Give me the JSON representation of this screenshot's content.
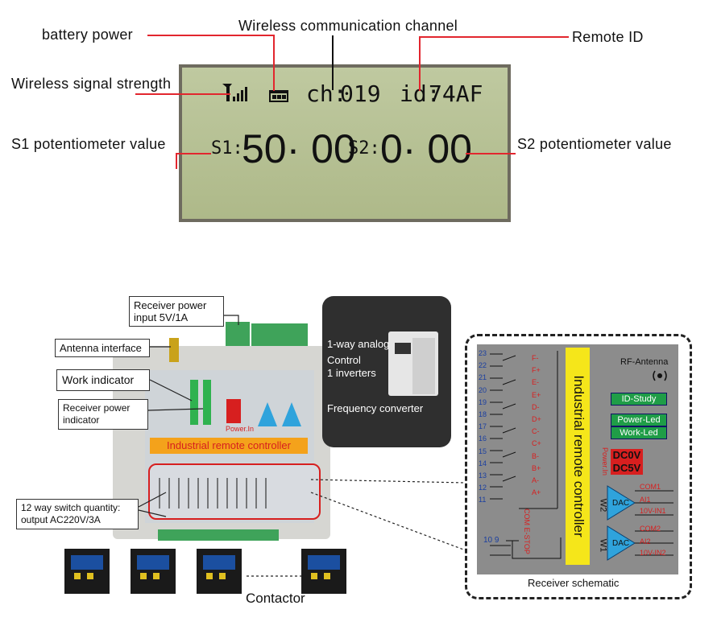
{
  "lcd": {
    "signal_icon": "signal-bars-icon",
    "battery_icon": "battery-icon",
    "channel_label": "ch:",
    "channel_value": "019",
    "id_label": "id:",
    "id_value": "74AF",
    "s1_label": "S1:",
    "s1_value": "50· 00",
    "s2_label": "S2:",
    "s2_value": "0· 00"
  },
  "callouts": {
    "battery": "battery power",
    "channel": "Wireless communication channel",
    "remote_id": "Remote ID",
    "signal": "Wireless signal strength",
    "s1": "S1 potentiometer value",
    "s2": "S2 potentiometer value"
  },
  "device": {
    "receiver_power_input": "Receiver power input  5V/1A",
    "antenna_interface": "Antenna interface",
    "work_indicator": "Work indicator",
    "receiver_power_indicator": "Receiver power indicator",
    "switch_quantity": "12 way switch quantity: output AC220V/3A",
    "front_title": "Industrial remote controller",
    "contactor": "Contactor",
    "power_in": "Power.In"
  },
  "inverter_panel": {
    "line1": "1-way analog",
    "line2": "Control",
    "line3": "1 inverters",
    "caption": "Frequency converter"
  },
  "schematic": {
    "title": "Industrial remote controller",
    "rf_antenna": "RF-Antenna",
    "id_study": "ID-Study",
    "power_led": "Power-Led",
    "work_led": "Work-Led",
    "dc0v": "DC0V",
    "dc5v": "DC5V",
    "power_in": "Power.In",
    "com1": "COM1",
    "ai1": "AI1",
    "vin1": "10V-IN1",
    "w2": "W2",
    "dac": "DAC",
    "com2": "COM2",
    "ai2": "AI2",
    "vin2": "10V-IN2",
    "w1": "W1",
    "com_estop": "COM  E-STOP",
    "caption": "Receiver schematic",
    "pin_numbers": [
      "23",
      "22",
      "21",
      "20",
      "19",
      "18",
      "17",
      "16",
      "15",
      "14",
      "13",
      "12",
      "11"
    ],
    "relay_labels": [
      "F-",
      "F+",
      "E-",
      "E+",
      "D-",
      "D+",
      "C-",
      "C+",
      "B-",
      "B+",
      "A-",
      "A+"
    ],
    "estop_pins": "10 9"
  },
  "colors": {
    "callout_line": "#e2262e",
    "lcd_bg": "#b7c193",
    "title_yellow": "#f5e61a",
    "dac_blue": "#2fa3dc",
    "led_green": "#1f9d47",
    "power_red": "#d71f1f"
  }
}
